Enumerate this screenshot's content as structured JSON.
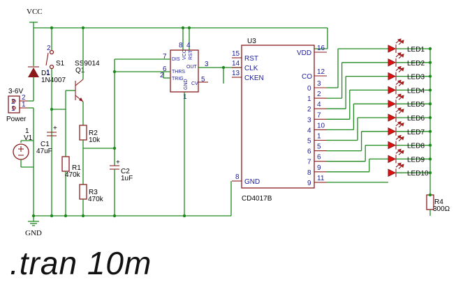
{
  "nets": {
    "vcc": "VCC",
    "gnd": "GND"
  },
  "power": {
    "range": "3-6V",
    "ref": "Power",
    "pin2": "2",
    "pin1": "1"
  },
  "v1": {
    "num": "1",
    "ref": "V1"
  },
  "s1": {
    "ref": "S1",
    "pin1": "1",
    "pin2": "2"
  },
  "d1": {
    "ref": "D1",
    "value": "1N4007"
  },
  "q1": {
    "value": "SS9014",
    "ref": "Q1"
  },
  "c1": {
    "ref": "C1",
    "value": "47uF"
  },
  "c2": {
    "ref": "C2",
    "value": "1uF"
  },
  "r1": {
    "ref": "R1",
    "value": "470k"
  },
  "r2": {
    "ref": "R2",
    "value": "10k"
  },
  "r3": {
    "ref": "R3",
    "value": "470k"
  },
  "r4": {
    "ref": "R4",
    "value": "300Ω"
  },
  "timer": {
    "pins": {
      "dis": "7",
      "thrs": "6",
      "trig": "2",
      "vcc": "8",
      "rst": "4",
      "out": "3",
      "cv": "5",
      "gnd": "1"
    },
    "labels": {
      "dis": "DIS",
      "thrs": "THRS",
      "trig": "TRIG",
      "vcc": "VCC",
      "rst": "RST",
      "out": "OUT",
      "cv": "CV",
      "gnd": "GND"
    }
  },
  "u3": {
    "ref": "U3",
    "part": "CD4017B",
    "left_pins": [
      {
        "num": "15",
        "name": "RST"
      },
      {
        "num": "14",
        "name": "CLK"
      },
      {
        "num": "13",
        "name": "CKEN"
      },
      {
        "num": "8",
        "name": "GND"
      }
    ],
    "vdd": {
      "num": "16",
      "name": "VDD"
    },
    "co": {
      "num": "12",
      "name": "CO"
    },
    "outputs": [
      {
        "name": "0",
        "num": "3"
      },
      {
        "name": "1",
        "num": "2"
      },
      {
        "name": "2",
        "num": "4"
      },
      {
        "name": "3",
        "num": "7"
      },
      {
        "name": "4",
        "num": "10"
      },
      {
        "name": "5",
        "num": "1"
      },
      {
        "name": "6",
        "num": "5"
      },
      {
        "name": "7",
        "num": "6"
      },
      {
        "name": "8",
        "num": "9"
      },
      {
        "name": "9",
        "num": "11"
      }
    ]
  },
  "leds": [
    "LED1",
    "LED2",
    "LED3",
    "LED4",
    "LED5",
    "LED6",
    "LED7",
    "LED8",
    "LED9",
    "LED10"
  ],
  "sim_command": ".tran 10m"
}
